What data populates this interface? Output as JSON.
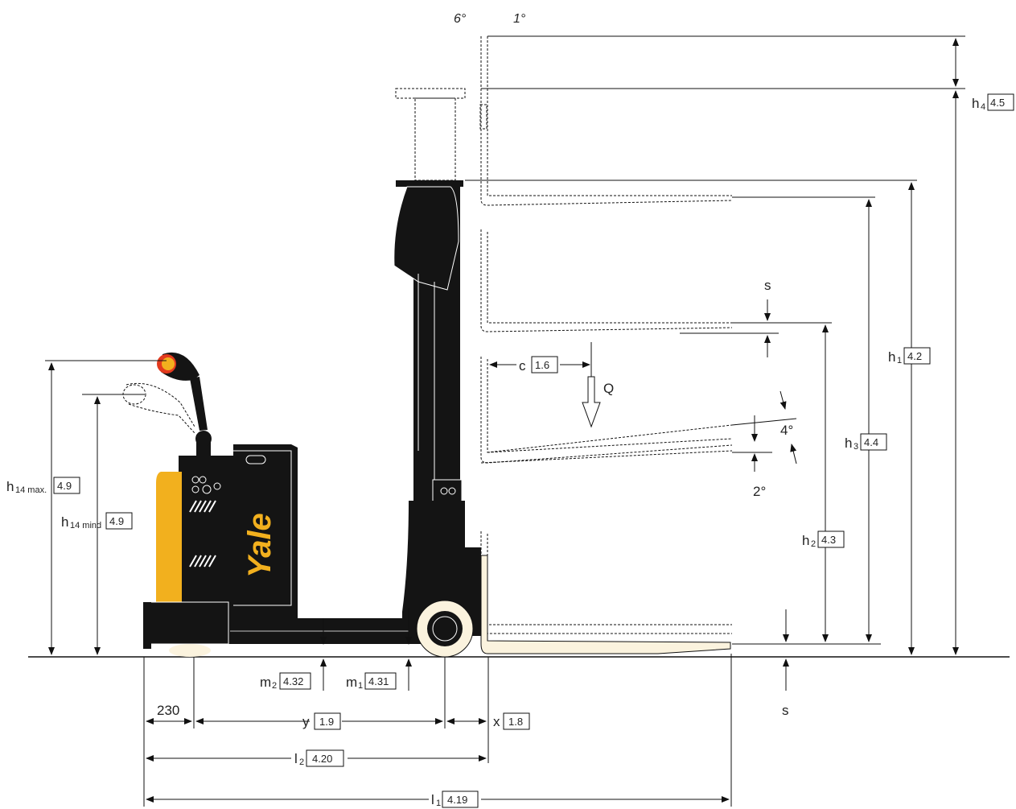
{
  "brand": {
    "logo_text": "Yale",
    "accent": "#f2b01e",
    "machine_color": "#141414",
    "load_color": "#fbf3de"
  },
  "angles": {
    "mast_back": "6°",
    "mast_fwd": "1°",
    "fork_up": "4°",
    "fork_down": "2°"
  },
  "labels": {
    "h4": {
      "sym": "h",
      "sub": "4",
      "code": "4.5"
    },
    "h1": {
      "sym": "h",
      "sub": "1",
      "code": "4.2"
    },
    "h3": {
      "sym": "h",
      "sub": "3",
      "code": "4.4"
    },
    "h2": {
      "sym": "h",
      "sub": "2",
      "code": "4.3"
    },
    "h14max": {
      "sym": "h",
      "sub": "14 max.",
      "code": "4.9"
    },
    "h14min": {
      "sym": "h",
      "sub": "14 mind",
      "code": "4.9"
    },
    "c": {
      "sym": "c",
      "code": "1.6"
    },
    "Q": "Q",
    "s_top": "s",
    "s_bottom": "s",
    "m2": {
      "sym": "m",
      "sub": "2",
      "code": "4.32"
    },
    "m1": {
      "sym": "m",
      "sub": "1",
      "code": "4.31"
    },
    "d230": "230",
    "y": {
      "sym": "y",
      "code": "1.9"
    },
    "x": {
      "sym": "x",
      "code": "1.8"
    },
    "l2": {
      "sym": "l",
      "sub": "2",
      "code": "4.20"
    },
    "l1": {
      "sym": "l",
      "sub": "1",
      "code": "4.19"
    }
  }
}
